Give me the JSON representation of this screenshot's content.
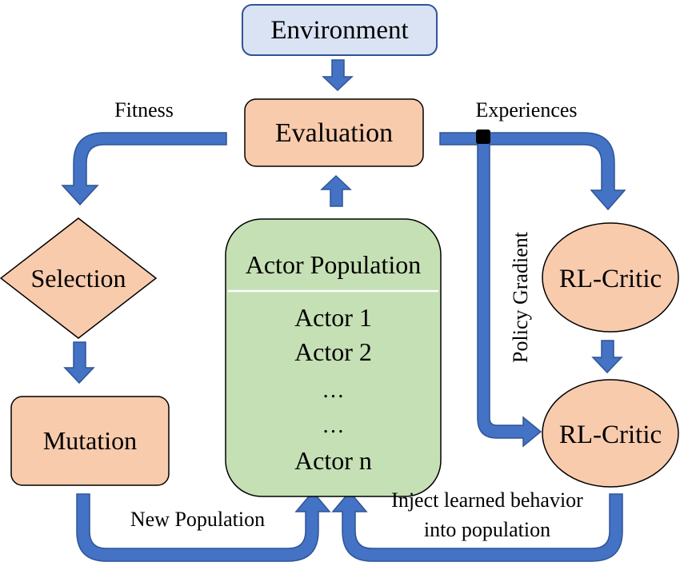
{
  "colors": {
    "arrow_fill": "#4472c4",
    "arrow_stroke": "#2f5597",
    "orange_fill": "#f8cbad",
    "orange_stroke": "#000000",
    "blue_fill": "#dae3f3",
    "blue_stroke": "#2f5597",
    "green_fill": "#c5e0b4",
    "junction": "#000000"
  },
  "nodes": {
    "environment": "Environment",
    "evaluation": "Evaluation",
    "selection": "Selection",
    "mutation": "Mutation",
    "rl_critic_top": "RL-Critic",
    "rl_critic_bottom": "RL-Critic",
    "actor_population": {
      "title": "Actor Population",
      "items": [
        "Actor 1",
        "Actor 2",
        "…",
        "…",
        "Actor n"
      ]
    }
  },
  "edge_labels": {
    "fitness": "Fitness",
    "experiences": "Experiences",
    "policy_gradient": "Policy Gradient",
    "new_population": "New Population",
    "inject_line1": "Inject learned behavior",
    "inject_line2": "into population"
  }
}
